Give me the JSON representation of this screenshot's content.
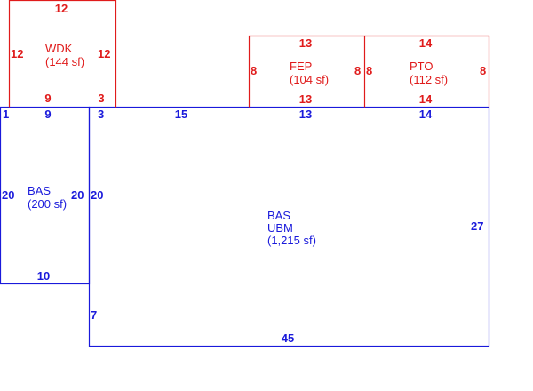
{
  "colors": {
    "blue": "#1a1adb",
    "red": "#e01b1b",
    "background": "#ffffff"
  },
  "areas": {
    "wdk": {
      "code": "WDK",
      "sf": "(144 sf)",
      "dims": {
        "top": "12",
        "left": "12",
        "right": "12",
        "bottom_left": "9",
        "bottom_right": "3"
      }
    },
    "fep": {
      "code": "FEP",
      "sf": "(104 sf)",
      "dims": {
        "top": "13",
        "bottom": "13",
        "left": "8",
        "right": "8"
      }
    },
    "pto": {
      "code": "PTO",
      "sf": "(112 sf)",
      "dims": {
        "top": "14",
        "bottom": "14",
        "left": "8",
        "right": "8"
      }
    },
    "bas_small": {
      "code": "BAS",
      "sf": "(200 sf)",
      "dims": {
        "top_corner": "1",
        "top": "9",
        "left": "20",
        "right": "20",
        "bottom": "10"
      }
    },
    "bas_main": {
      "code": "BAS",
      "sub": "UBM",
      "sf": "(1,215 sf)",
      "dims": {
        "top_a": "3",
        "top_b": "15",
        "top_c": "13",
        "top_d": "14",
        "left_upper": "20",
        "left_lower": "7",
        "right": "27",
        "bottom": "45"
      }
    }
  }
}
